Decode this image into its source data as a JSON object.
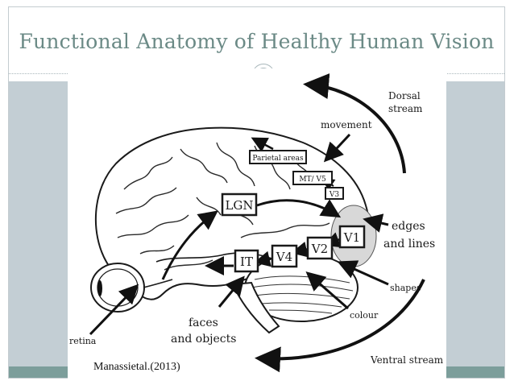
{
  "slide": {
    "title": "Functional Anatomy of Healthy Human Vision",
    "citation": "Manassietal.(2013)"
  },
  "figure": {
    "labels": {
      "dorsal_line1": "Dorsal",
      "dorsal_line2": "stream",
      "movement": "movement",
      "parietal": "Parietal areas",
      "mt_v5": "MT/ V5",
      "v3": "V3",
      "lgn": "LGN",
      "v1": "V1",
      "v2": "V2",
      "v4": "V4",
      "it": "IT",
      "edges_line1": "edges",
      "edges_line2": "and lines",
      "shapes": "shapes",
      "colour": "colour",
      "faces_line1": "faces",
      "faces_line2": "and objects",
      "retina": "retina",
      "ventral": "Ventral stream"
    }
  }
}
